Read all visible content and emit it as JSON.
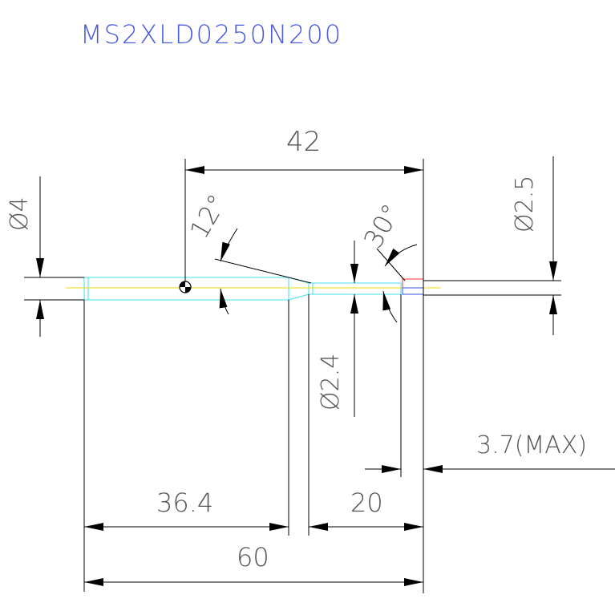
{
  "drawing": {
    "part_number": "MS2XLD0250N200",
    "title_color": "#4a5bdc",
    "line_color": "#000000",
    "outline_color": "#40e0f0",
    "centerline_color": "#e8d800",
    "marker_red": "#ff3030",
    "marker_blue": "#3050ff",
    "dimensions": {
      "overall_width": "42",
      "shank_diameter": "Ø4",
      "tip_diameter": "Ø2.5",
      "neck_diameter": "Ø2.4",
      "taper_angle": "12°",
      "tip_angle": "30°",
      "shank_length": "36.4",
      "neck_length": "20",
      "overall_length": "60",
      "tip_length_max": "3.7(MAX)"
    }
  }
}
